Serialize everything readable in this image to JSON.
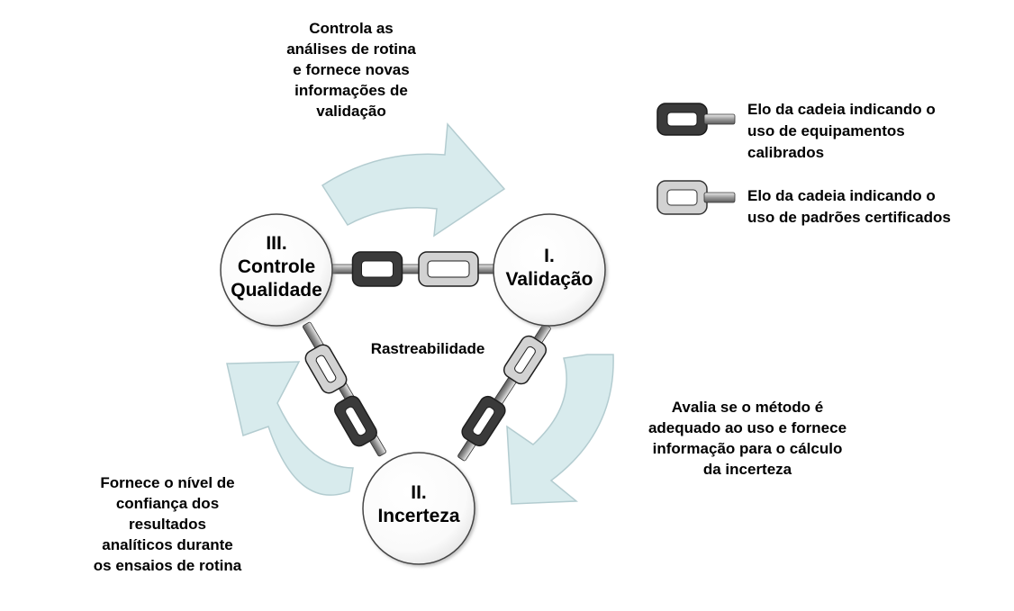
{
  "diagram": {
    "nodes": {
      "validacao": {
        "lines": [
          "I.",
          "Validação"
        ]
      },
      "incerteza": {
        "lines": [
          "II.",
          "Incerteza"
        ]
      },
      "controle": {
        "lines": [
          "III.",
          "Controle",
          "Qualidade"
        ]
      }
    },
    "center_label": "Rastreabilidade",
    "annotations": {
      "top": [
        "Controla as",
        "análises de rotina",
        "e fornece novas",
        "informações de",
        "validação"
      ],
      "right": [
        "Avalia se o método é",
        "adequado ao uso e fornece",
        "informação para o cálculo",
        "da incerteza"
      ],
      "left": [
        "Fornece o nível de",
        "confiança dos",
        "resultados",
        "analíticos durante",
        "os ensaios de rotina"
      ]
    },
    "legend": {
      "dark": [
        "Elo da cadeia indicando o",
        "uso de equipamentos",
        "calibrados"
      ],
      "light": [
        "Elo da cadeia indicando o",
        "uso de padrões certificados"
      ]
    },
    "colors": {
      "arrow_fill": "#d8ebed",
      "arrow_stroke": "#b3ccd0",
      "dark_link": "#3a3a3a",
      "light_link": "#d2d2d2",
      "node_fill": "#ffffff"
    }
  }
}
